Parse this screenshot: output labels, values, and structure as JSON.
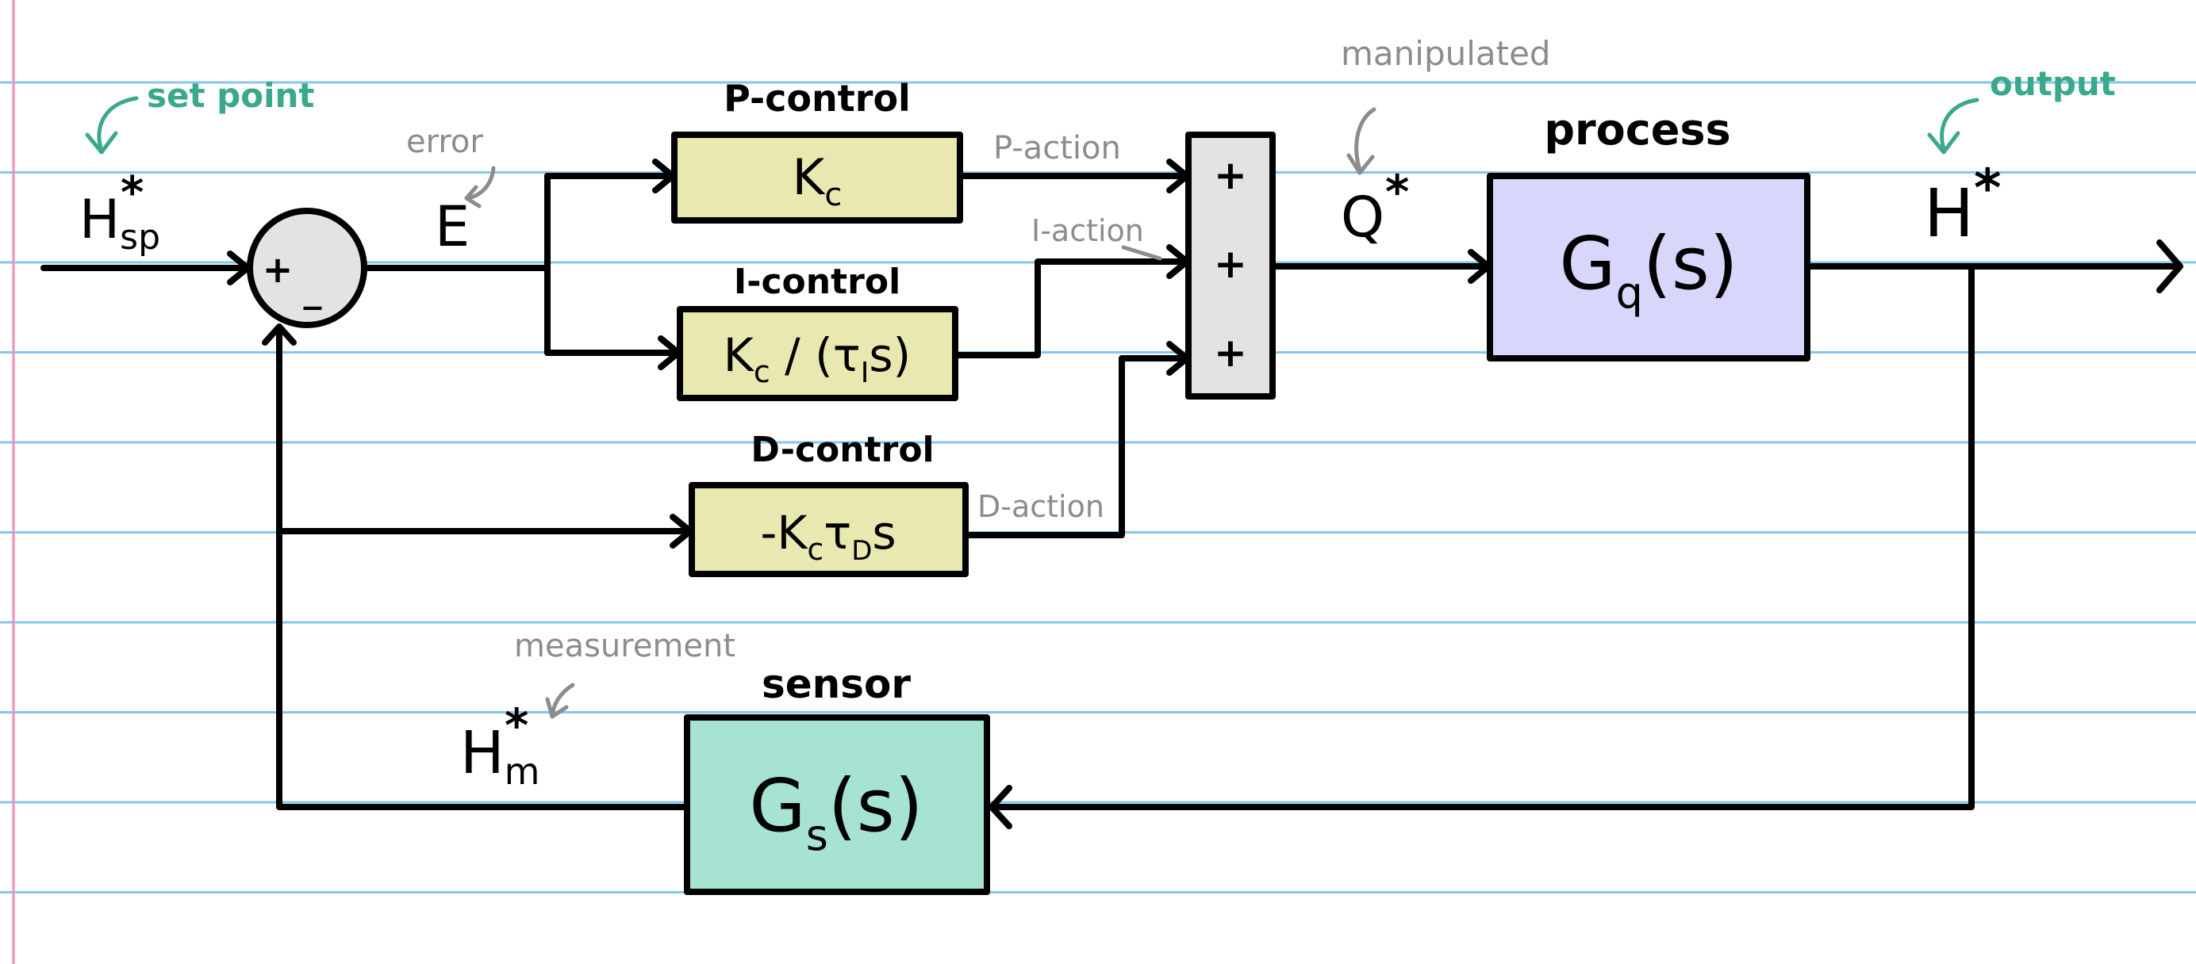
{
  "annotations": {
    "set_point": "set point",
    "error": "error",
    "manipulated": "manipulated",
    "output": "output",
    "measurement": "measurement"
  },
  "signals": {
    "setpoint_base": "H",
    "setpoint_sub": "sp",
    "error": "E",
    "manipulated": "Q",
    "output": "H",
    "measured_base": "H",
    "measured_sub": "m",
    "star": "*"
  },
  "blocks": {
    "p_control": {
      "title": "P-control",
      "gain_base": "K",
      "gain_sub": "c",
      "fill": "#e8e8b0"
    },
    "i_control": {
      "title": "I-control",
      "expr_pre": "K",
      "expr_sub": "c",
      "expr_mid": " / (τ",
      "expr_sub2": "I",
      "expr_post": "s)",
      "fill": "#e8e8b0"
    },
    "d_control": {
      "title": "D-control",
      "expr_pre": "-K",
      "expr_sub": "c",
      "expr_mid": "τ",
      "expr_sub2": "D",
      "expr_post": "s",
      "fill": "#e8e8b0"
    },
    "process": {
      "title": "process",
      "tf_base": "G",
      "tf_sub": "q",
      "tf_post": "(s)",
      "fill": "#d9d6fb"
    },
    "sensor": {
      "title": "sensor",
      "tf_base": "G",
      "tf_sub": "s",
      "tf_post": "(s)",
      "fill": "#a6e3d3"
    }
  },
  "actions": {
    "p": "P-action",
    "i": "I-action",
    "d": "D-action"
  },
  "summers": {
    "comparator_plus": "+",
    "comparator_minus": "_",
    "adder_signs": [
      "+",
      "+",
      "+"
    ],
    "comparator_fill": "#e3e3e3",
    "adder_fill": "#e3e3e3"
  },
  "paper": {
    "rule_color": "#86c6ee",
    "margin_color": "#ef8fb4"
  }
}
